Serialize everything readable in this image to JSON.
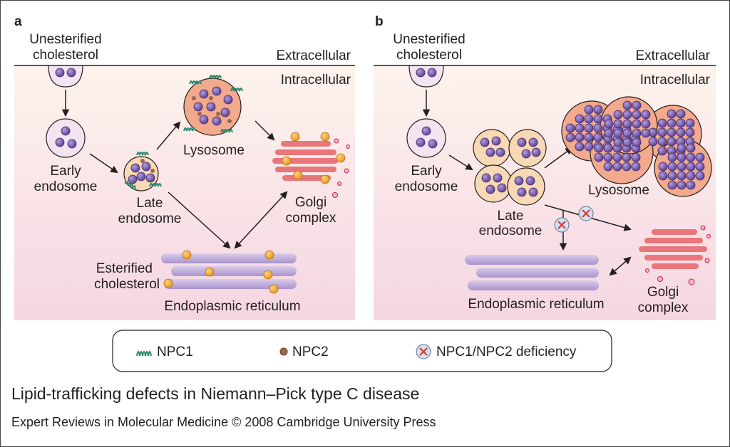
{
  "panel_a": {
    "letter": "a",
    "unesterified": [
      "Unesterified",
      "cholesterol"
    ],
    "extracellular": "Extracellular",
    "intracellular": "Intracellular",
    "early_endosome": [
      "Early",
      "endosome"
    ],
    "late_endosome": [
      "Late",
      "endosome"
    ],
    "lysosome": "Lysosome",
    "golgi": [
      "Golgi",
      "complex"
    ],
    "esterified": [
      "Esterified",
      "cholesterol"
    ],
    "er": "Endoplasmic reticulum"
  },
  "panel_b": {
    "letter": "b",
    "unesterified": [
      "Unesterified",
      "cholesterol"
    ],
    "extracellular": "Extracellular",
    "intracellular": "Intracellular",
    "early_endosome": [
      "Early",
      "endosome"
    ],
    "late_endosome": [
      "Late",
      "endosome"
    ],
    "lysosome": "Lysosome",
    "golgi": [
      "Golgi",
      "complex"
    ],
    "er": "Endoplasmic reticulum"
  },
  "legend": {
    "npc1": "NPC1",
    "npc2": "NPC2",
    "deficiency": "NPC1/NPC2 deficiency"
  },
  "caption": "Lipid-trafficking defects in Niemann–Pick type C disease",
  "credit": "Expert Reviews in Molecular Medicine © 2008 Cambridge University Press",
  "colors": {
    "cell_bg": "#f6dfe4",
    "cholesterol": "#7a5aa8",
    "endosome_fill": "#f2e4f0",
    "late_endosome_fill": "#f7d9b5",
    "lysosome_fill": "#f2a98c",
    "npc1": "#2a8a6e",
    "npc2": "#9a6a4e",
    "er": "#b9a7d6",
    "golgi": "#e9767a",
    "esterified": "#f5b04a",
    "deficiency_mark": "#d63a3a"
  }
}
